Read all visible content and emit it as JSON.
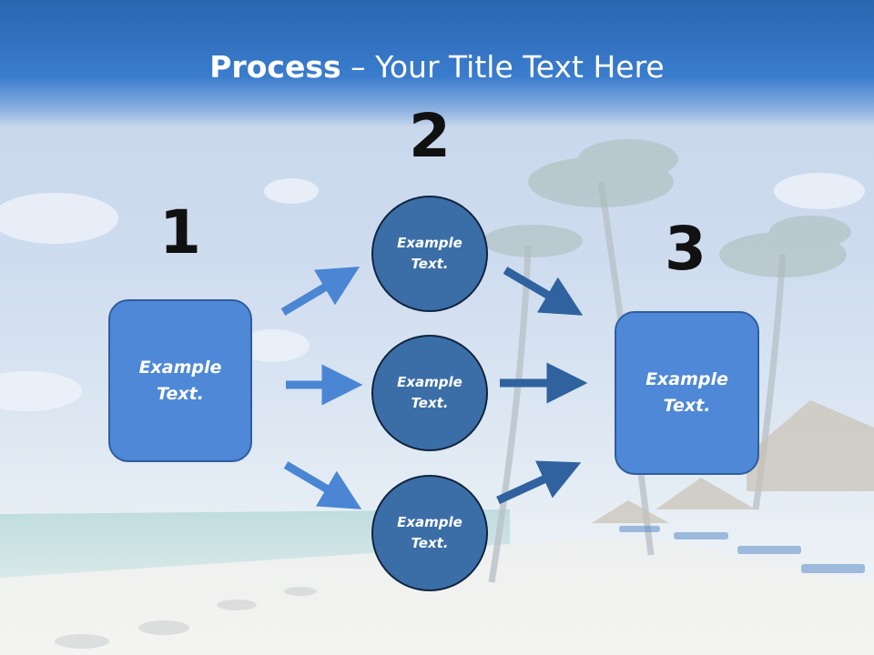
{
  "title": {
    "bold": "Process",
    "rest": " – Your Title Text Here"
  },
  "steps": [
    {
      "number": "1",
      "text_line1": "Example",
      "text_line2": "Text."
    },
    {
      "number": "2",
      "circles": [
        {
          "text_line1": "Example",
          "text_line2": "Text."
        },
        {
          "text_line1": "Example",
          "text_line2": "Text."
        },
        {
          "text_line1": "Example",
          "text_line2": "Text."
        }
      ]
    },
    {
      "number": "3",
      "text_line1": "Example",
      "text_line2": "Text."
    }
  ],
  "colors": {
    "header": "#2a65b0",
    "box_fill": "#4e88d6",
    "circle_fill": "#3b6ea7",
    "arrow_light": "#4a86d3",
    "arrow_dark": "#2f629f"
  }
}
